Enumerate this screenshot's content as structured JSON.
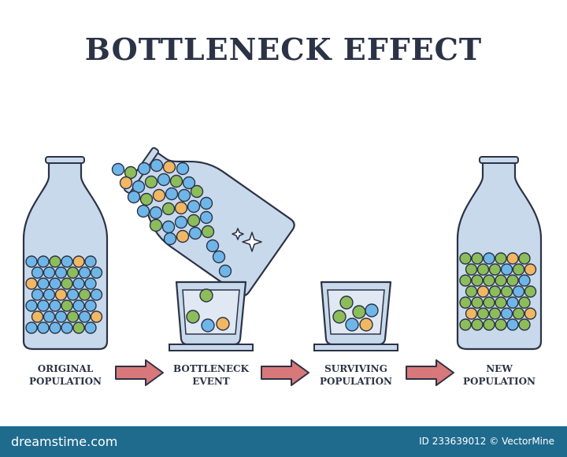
{
  "title": "BOTTLENECK EFFECT",
  "steps": [
    {
      "line1": "ORIGINAL",
      "line2": "POPULATION"
    },
    {
      "line1": "BOTTLENECK",
      "line2": "EVENT"
    },
    {
      "line1": "SURVIVING",
      "line2": "POPULATION"
    },
    {
      "line1": "NEW",
      "line2": "POPULATION"
    }
  ],
  "footer": {
    "brand": "dreamstime.com",
    "image_id": "ID 233639012",
    "author": "© VectorMine"
  },
  "colors": {
    "title": "#2c3346",
    "glass": "#c9d9ec",
    "outline": "#2c3346",
    "arrow": "#d9787a",
    "marble_blue": "#6fb6e8",
    "marble_green": "#8cbd5a",
    "marble_orange": "#f1b763",
    "footer": "#1f6b8e"
  }
}
